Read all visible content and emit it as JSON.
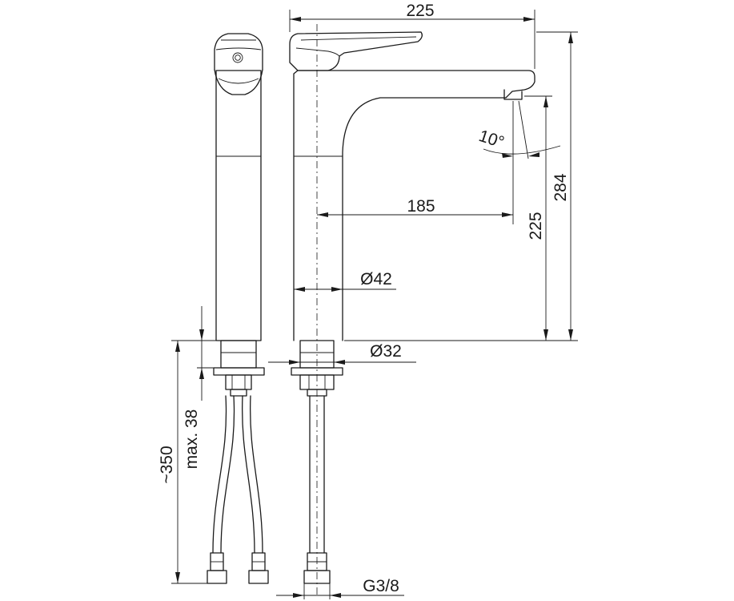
{
  "dimensions": {
    "width_total": "225",
    "height_total": "284",
    "reach": "185",
    "spout_height": "225",
    "body_diameter": "Ø42",
    "shank_diameter": "Ø32",
    "spout_angle": "10°",
    "hose_length": "~350",
    "max_thickness": "max. 38",
    "thread": "G3/8"
  }
}
